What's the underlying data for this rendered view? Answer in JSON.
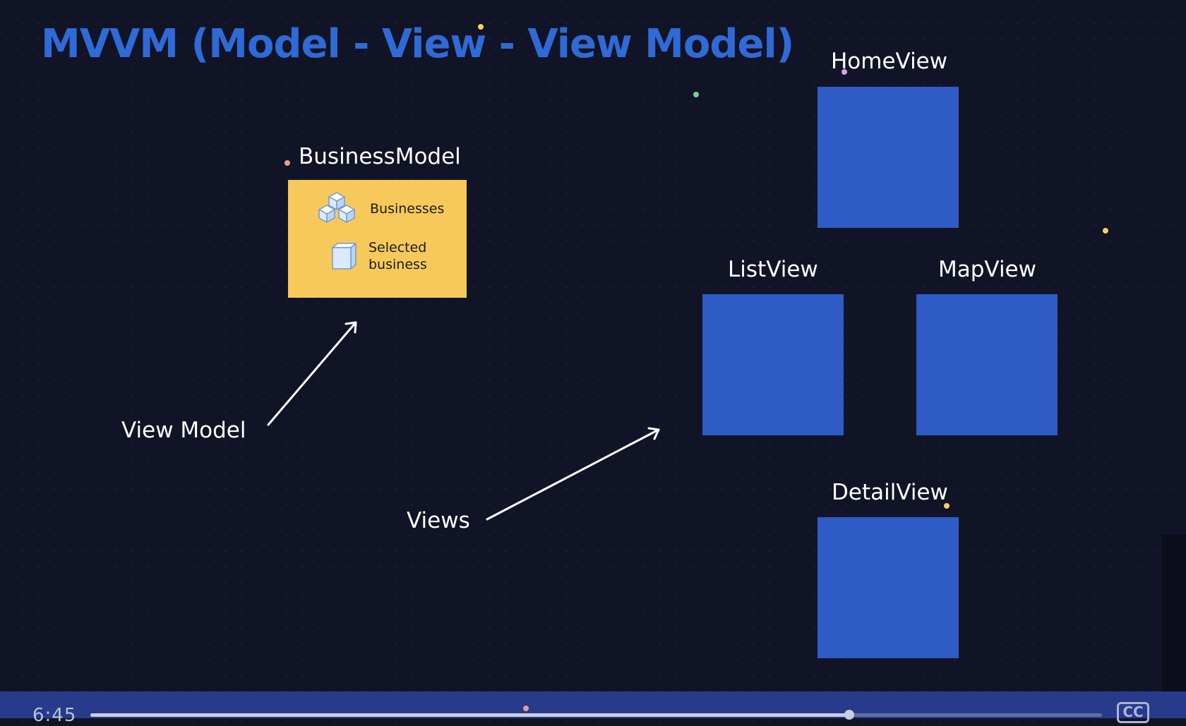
{
  "slide": {
    "title": "MVVM (Model - View - View Model)",
    "model": {
      "title": "BusinessModel",
      "items": [
        {
          "icon": "cubes-icon",
          "label": "Businesses"
        },
        {
          "icon": "cube-icon",
          "label_line1": "Selected",
          "label_line2": "business"
        }
      ],
      "color": "#f7c95a"
    },
    "annotations": {
      "view_model": "View Model",
      "views": "Views"
    },
    "views": {
      "home": "HomeView",
      "list": "ListView",
      "map": "MapView",
      "detail": "DetailView",
      "color": "#2e5bc4"
    }
  },
  "player": {
    "time": "6:45",
    "progress": 0.75,
    "cc_label": "CC"
  }
}
